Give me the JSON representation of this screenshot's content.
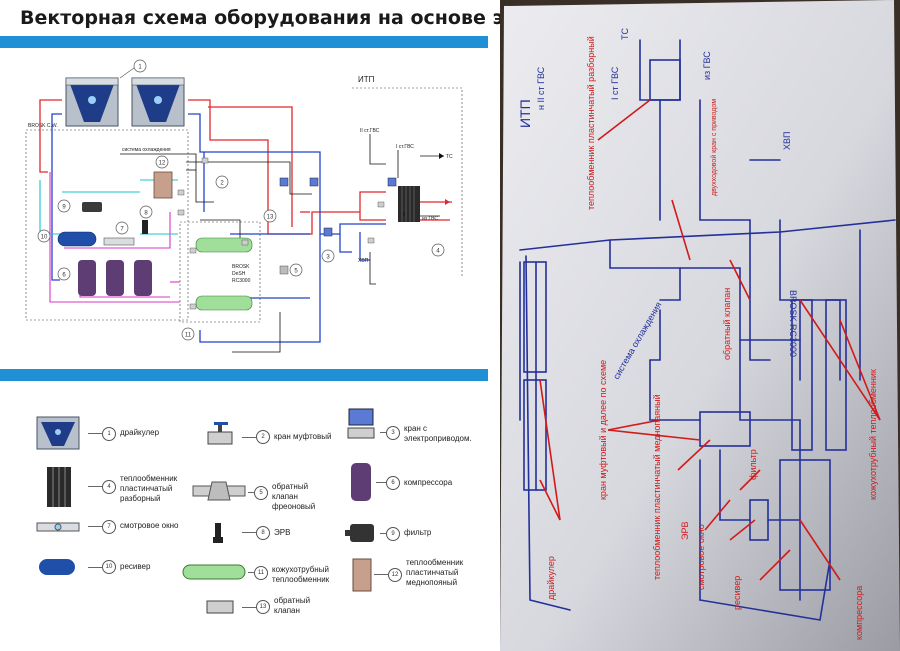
{
  "page_title": "Векторная схема оборудования на основе эскиза",
  "schematic": {
    "itp_label": "ИТП",
    "cooling_label": "система охлаждения",
    "brosk_cw_label": "BROSK C.W.",
    "brosk_unit_label": [
      "BROSK",
      "DeSH",
      "RC3000"
    ],
    "stage1_label": "I ст.ГВС",
    "stage2_label": "II ст.ГВС",
    "tc_label": "ТС",
    "hvp_label": "ХВП",
    "gvs_label": "из ГВС",
    "numbers": [
      "1",
      "2",
      "3",
      "4",
      "5",
      "6",
      "7",
      "8",
      "9",
      "10",
      "11",
      "12",
      "13"
    ]
  },
  "legend": [
    {
      "num": "1",
      "label": "драйкулер",
      "icon": "drycooler-icon"
    },
    {
      "num": "2",
      "label": "кран муфтовый",
      "icon": "ball-valve-icon"
    },
    {
      "num": "3",
      "label": "кран с\nэлектроприводом.",
      "icon": "motor-valve-icon"
    },
    {
      "num": "4",
      "label": "теплообменник\nпластинчатый\nразборный",
      "icon": "plate-exchanger-icon"
    },
    {
      "num": "5",
      "label": "обратный\nклапан\nфреоновый",
      "icon": "check-valve-freon-icon"
    },
    {
      "num": "6",
      "label": "компрессора",
      "icon": "compressor-icon"
    },
    {
      "num": "7",
      "label": "смотровое окно",
      "icon": "sight-glass-icon"
    },
    {
      "num": "8",
      "label": "ЭРВ",
      "icon": "erv-icon"
    },
    {
      "num": "9",
      "label": "фильтр",
      "icon": "filter-icon"
    },
    {
      "num": "10",
      "label": "ресивер",
      "icon": "receiver-icon"
    },
    {
      "num": "11",
      "label": "кожухотрубный\nтеплообменник",
      "icon": "shell-tube-icon"
    },
    {
      "num": "12",
      "label": "теплообменник\nпластинчатый\nмеднопояный",
      "icon": "brazed-exchanger-icon"
    },
    {
      "num": "13",
      "label": "обратный\nклапан",
      "icon": "check-valve-icon"
    }
  ],
  "sketch": {
    "itp": "ИТП",
    "stage2": "н II ст ГВС",
    "stage1": "I ст ГВС",
    "tc": "ТС",
    "gvs": "из ГВС",
    "xvp": "ХВП",
    "cooling": "система охлаждения",
    "brosk": "BROSK RC3000",
    "annotations": [
      "теплообменник пластинчатый разборный",
      "двухходовой кран с приводом",
      "обратный клапан",
      "кран муфтовый и далее по схеме",
      "теплообменник пластинчатый меднопаяный",
      "ЭРВ",
      "фильтр",
      "смотровое окно",
      "ресивер",
      "кожухотрубный теплообменник",
      "драйкулер",
      "компрессора"
    ]
  }
}
